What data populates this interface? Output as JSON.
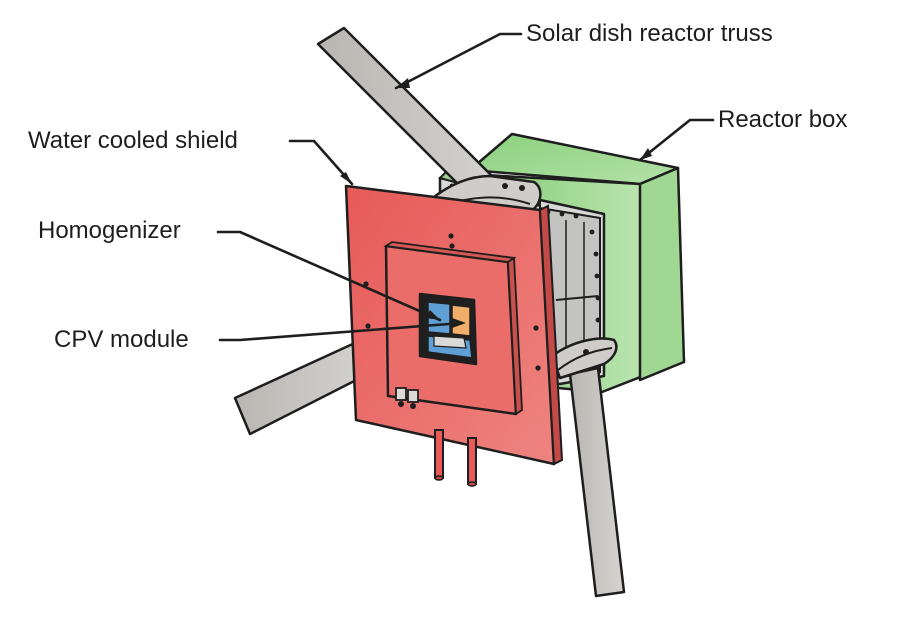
{
  "labels": {
    "solar_dish_reactor_truss": "Solar dish reactor truss",
    "reactor_box": "Reactor box",
    "water_cooled_shield": "Water cooled shield",
    "homogenizer": "Homogenizer",
    "cpv_module": "CPV module"
  },
  "colors": {
    "shield": "#e9625f",
    "shield_inner": "#ea6b67",
    "reactor_box": "#a6d99a",
    "truss": "#c6c4c1",
    "frame": "#d4d4d4",
    "cpv_blue": "#5f9fd6",
    "cpv_orange": "#f1ad6a",
    "outline": "#1e1e1e"
  }
}
